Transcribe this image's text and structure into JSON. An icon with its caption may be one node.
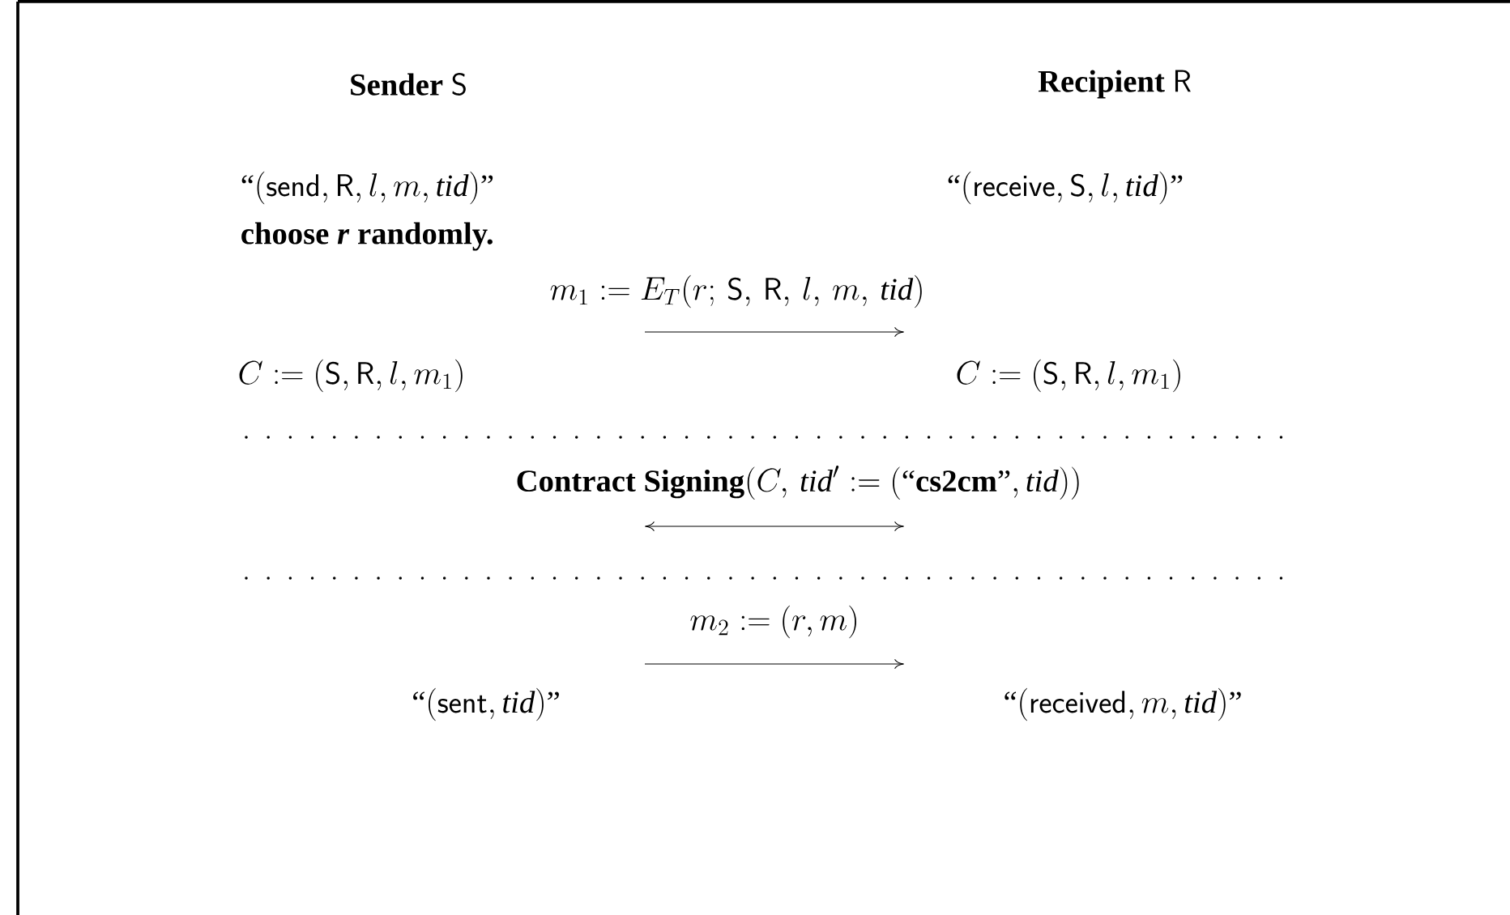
{
  "diagram": {
    "labels": [
      "\\textbf{Sender}\\ \\mathsf{S}",
      "\\textbf{Recipient}\\ \\mathsf{R}",
      "\\text{``}(\\mathsf{send}, \\mathsf{R}, l, m, \\mathit{tid})\\text{''}",
      "\\text{``}(\\mathsf{receive}, \\mathsf{S}, l, \\mathit{tid})\\text{''}",
      "choose *r* randomly.",
      "m_1 := E_T(r;\\, \\mathsf{S},\\, \\mathsf{R},\\, l,\\, m,\\, \\mathit{tid})",
      "C := (\\mathsf{S}, \\mathsf{R}, l, m_1)",
      "C := (\\mathsf{S}, \\mathsf{R}, l, m_1)",
      "\\text{\\textbf{Contract Signing}} (C,\\, \\mathit{tid}' := (\\text{``\\textbf{cs2cm}''}, \\mathit{tid}))",
      "m_2 := (r, m)",
      "\\text{``}(\\mathsf{sent}, \\mathit{tid})\\text{''}",
      "\\text{``}(\\mathsf{received}, m, \\mathit{tid})\\text{''}"
    ]
  }
}
